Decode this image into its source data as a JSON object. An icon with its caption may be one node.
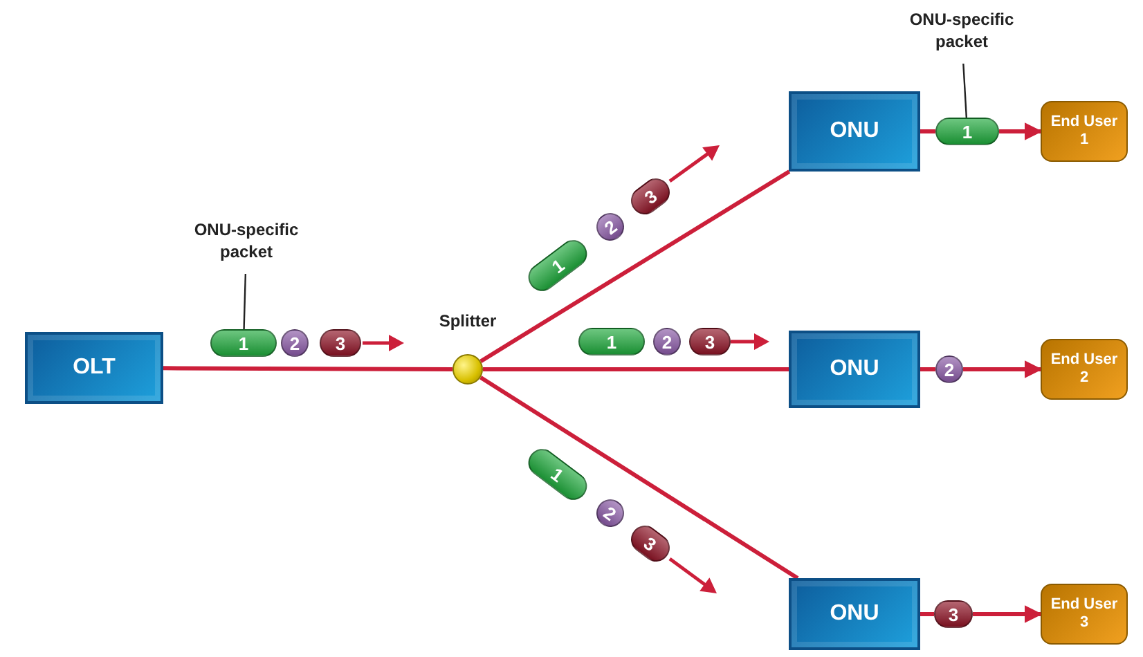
{
  "diagram": {
    "nodes": [
      {
        "text": [
          "ONU-specific packet"
        ]
      },
      {
        "text": [
          "ONU"
        ]
      },
      {
        "text": [
          "1"
        ]
      },
      {
        "text": [
          "End User 1"
        ]
      },
      {
        "text": [
          "1"
        ]
      },
      {
        "text": [
          "2"
        ]
      },
      {
        "text": [
          "3"
        ]
      },
      {
        "text": [
          "ONU-specific packet"
        ]
      },
      {
        "text": [
          "OLT"
        ]
      },
      {
        "text": [
          "1"
        ]
      },
      {
        "text": [
          "2"
        ]
      },
      {
        "text": [
          "3"
        ]
      },
      {
        "text": [
          "Splitter"
        ]
      },
      {
        "text": [
          "1"
        ]
      },
      {
        "text": [
          "2"
        ]
      },
      {
        "text": [
          "3"
        ]
      },
      {
        "text": [
          "ONU"
        ]
      },
      {
        "text": [
          "2"
        ]
      },
      {
        "text": [
          "End User 2"
        ]
      },
      {
        "text": [
          "1"
        ]
      },
      {
        "text": [
          "2"
        ]
      },
      {
        "text": [
          "3"
        ]
      },
      {
        "text": [
          "ONU"
        ]
      },
      {
        "text": [
          "3"
        ]
      },
      {
        "text": [
          "End User 3"
        ]
      }
    ],
    "edges": [
      {
        "from": 8,
        "to": 12,
        "arrow": "none"
      },
      {
        "from": 12,
        "to": 1,
        "arrow": "none"
      },
      {
        "from": 12,
        "to": 16,
        "arrow": "none"
      },
      {
        "from": 12,
        "to": 22,
        "arrow": "none"
      },
      {
        "from": 1,
        "to": 2,
        "arrow": "none"
      },
      {
        "from": 2,
        "to": 3,
        "arrow": "to"
      },
      {
        "from": 16,
        "to": 17,
        "arrow": "none"
      },
      {
        "from": 17,
        "to": 18,
        "arrow": "to"
      },
      {
        "from": 22,
        "to": 23,
        "arrow": "none"
      },
      {
        "from": 23,
        "to": 24,
        "arrow": "to"
      },
      {
        "from": 7,
        "to": 9,
        "arrow": "none",
        "color": "#222222"
      },
      {
        "from": 0,
        "to": 2,
        "arrow": "none",
        "color": "#222222"
      }
    ]
  }
}
